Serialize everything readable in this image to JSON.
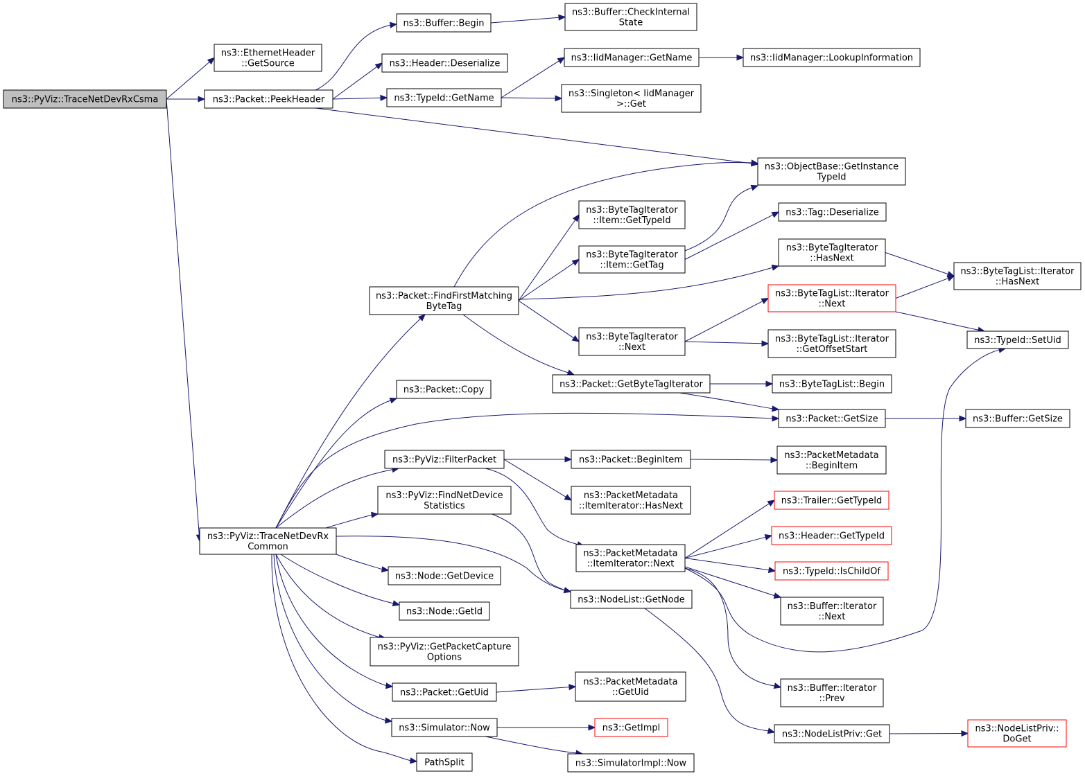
{
  "colors": {
    "edge": "#191970",
    "root_fill": "#bfbfbf",
    "node_border": "#000000",
    "incomplete_border": "#ff0000"
  },
  "nodes": {
    "trace_net_dev_rx_csma": {
      "lines": [
        "ns3::PyViz::TraceNetDevRxCsma"
      ],
      "root": true
    },
    "ethernet_get_source": {
      "lines": [
        "ns3::EthernetHeader",
        "::GetSource"
      ]
    },
    "packet_peek_header": {
      "lines": [
        "ns3::Packet::PeekHeader"
      ]
    },
    "buffer_begin": {
      "lines": [
        "ns3::Buffer::Begin"
      ]
    },
    "buffer_check_internal_state": {
      "lines": [
        "ns3::Buffer::CheckInternal",
        "State"
      ]
    },
    "header_deserialize": {
      "lines": [
        "ns3::Header::Deserialize"
      ]
    },
    "typeid_get_name": {
      "lines": [
        "ns3::TypeId::GetName"
      ]
    },
    "iidmanager_get_name": {
      "lines": [
        "ns3::IidManager::GetName"
      ]
    },
    "iidmanager_lookup_information": {
      "lines": [
        "ns3::IidManager::LookupInformation"
      ]
    },
    "singleton_get": {
      "lines": [
        "ns3::Singleton< IidManager",
        ">::Get"
      ]
    },
    "objectbase_get_instance_typeid": {
      "lines": [
        "ns3::ObjectBase::GetInstance",
        "TypeId"
      ]
    },
    "bytetagiterator_item_get_typeid": {
      "lines": [
        "ns3::ByteTagIterator",
        "::Item::GetTypeId"
      ]
    },
    "tag_deserialize": {
      "lines": [
        "ns3::Tag::Deserialize"
      ]
    },
    "bytetagiterator_item_get_tag": {
      "lines": [
        "ns3::ByteTagIterator",
        "::Item::GetTag"
      ]
    },
    "bytetagiterator_has_next": {
      "lines": [
        "ns3::ByteTagIterator",
        "::HasNext"
      ]
    },
    "bytetaglist_iterator_has_next": {
      "lines": [
        "ns3::ByteTagList::Iterator",
        "::HasNext"
      ]
    },
    "packet_find_first_matching_bytetag": {
      "lines": [
        "ns3::Packet::FindFirstMatching",
        "ByteTag"
      ]
    },
    "bytetaglist_iterator_next": {
      "lines": [
        "ns3::ByteTagList::Iterator",
        "::Next"
      ],
      "incomplete": true
    },
    "typeid_set_uid": {
      "lines": [
        "ns3::TypeId::SetUid"
      ]
    },
    "bytetagiterator_next": {
      "lines": [
        "ns3::ByteTagIterator",
        "::Next"
      ]
    },
    "bytetaglist_iterator_get_offset_start": {
      "lines": [
        "ns3::ByteTagList::Iterator",
        "::GetOffsetStart"
      ]
    },
    "packet_get_bytetag_iterator": {
      "lines": [
        "ns3::Packet::GetByteTagIterator"
      ]
    },
    "bytetaglist_begin": {
      "lines": [
        "ns3::ByteTagList::Begin"
      ]
    },
    "packet_copy": {
      "lines": [
        "ns3::Packet::Copy"
      ]
    },
    "packet_get_size": {
      "lines": [
        "ns3::Packet::GetSize"
      ]
    },
    "buffer_get_size": {
      "lines": [
        "ns3::Buffer::GetSize"
      ]
    },
    "pyviz_filter_packet": {
      "lines": [
        "ns3::PyViz::FilterPacket"
      ]
    },
    "packet_begin_item": {
      "lines": [
        "ns3::Packet::BeginItem"
      ]
    },
    "packetmetadata_begin_item": {
      "lines": [
        "ns3::PacketMetadata",
        "::BeginItem"
      ]
    },
    "packetmetadata_itemiterator_has_next": {
      "lines": [
        "ns3::PacketMetadata",
        "::ItemIterator::HasNext"
      ]
    },
    "pyviz_find_net_device_statistics": {
      "lines": [
        "ns3::PyViz::FindNetDevice",
        "Statistics"
      ]
    },
    "trailer_get_typeid": {
      "lines": [
        "ns3::Trailer::GetTypeId"
      ],
      "incomplete": true
    },
    "header_get_typeid": {
      "lines": [
        "ns3::Header::GetTypeId"
      ],
      "incomplete": true
    },
    "trace_net_dev_rx_common": {
      "lines": [
        "ns3::PyViz::TraceNetDevRx",
        "Common"
      ]
    },
    "packetmetadata_itemiterator_next": {
      "lines": [
        "ns3::PacketMetadata",
        "::ItemIterator::Next"
      ]
    },
    "typeid_is_child_of": {
      "lines": [
        "ns3::TypeId::IsChildOf"
      ],
      "incomplete": true
    },
    "node_get_device": {
      "lines": [
        "ns3::Node::GetDevice"
      ]
    },
    "nodelist_get_node": {
      "lines": [
        "ns3::NodeList::GetNode"
      ]
    },
    "buffer_iterator_next": {
      "lines": [
        "ns3::Buffer::Iterator",
        "::Next"
      ]
    },
    "node_get_id": {
      "lines": [
        "ns3::Node::GetId"
      ]
    },
    "pyviz_get_packet_capture_options": {
      "lines": [
        "ns3::PyViz::GetPacketCapture",
        "Options"
      ]
    },
    "packet_get_uid": {
      "lines": [
        "ns3::Packet::GetUid"
      ]
    },
    "packetmetadata_get_uid": {
      "lines": [
        "ns3::PacketMetadata",
        "::GetUid"
      ]
    },
    "buffer_iterator_prev": {
      "lines": [
        "ns3::Buffer::Iterator",
        "::Prev"
      ]
    },
    "simulator_now": {
      "lines": [
        "ns3::Simulator::Now"
      ]
    },
    "get_impl": {
      "lines": [
        "ns3::GetImpl"
      ],
      "incomplete": true
    },
    "nodelistpriv_get": {
      "lines": [
        "ns3::NodeListPriv::Get"
      ]
    },
    "nodelistpriv_doget": {
      "lines": [
        "ns3::NodeListPriv::",
        "DoGet"
      ],
      "incomplete": true
    },
    "path_split": {
      "lines": [
        "PathSplit"
      ]
    },
    "simulatorimpl_now": {
      "lines": [
        "ns3::SimulatorImpl::Now"
      ]
    }
  },
  "edges": [
    [
      "trace_net_dev_rx_csma",
      "ethernet_get_source"
    ],
    [
      "trace_net_dev_rx_csma",
      "packet_peek_header"
    ],
    [
      "trace_net_dev_rx_csma",
      "trace_net_dev_rx_common"
    ],
    [
      "packet_peek_header",
      "buffer_begin"
    ],
    [
      "packet_peek_header",
      "header_deserialize"
    ],
    [
      "packet_peek_header",
      "typeid_get_name"
    ],
    [
      "packet_peek_header",
      "objectbase_get_instance_typeid"
    ],
    [
      "buffer_begin",
      "buffer_check_internal_state"
    ],
    [
      "typeid_get_name",
      "iidmanager_get_name"
    ],
    [
      "typeid_get_name",
      "singleton_get"
    ],
    [
      "iidmanager_get_name",
      "iidmanager_lookup_information"
    ],
    [
      "packet_find_first_matching_bytetag",
      "objectbase_get_instance_typeid"
    ],
    [
      "packet_find_first_matching_bytetag",
      "bytetagiterator_item_get_typeid"
    ],
    [
      "packet_find_first_matching_bytetag",
      "bytetagiterator_item_get_tag"
    ],
    [
      "packet_find_first_matching_bytetag",
      "bytetagiterator_has_next"
    ],
    [
      "packet_find_first_matching_bytetag",
      "bytetagiterator_next"
    ],
    [
      "packet_find_first_matching_bytetag",
      "packet_get_bytetag_iterator"
    ],
    [
      "bytetagiterator_item_get_tag",
      "objectbase_get_instance_typeid"
    ],
    [
      "bytetagiterator_item_get_tag",
      "tag_deserialize"
    ],
    [
      "bytetagiterator_has_next",
      "bytetaglist_iterator_has_next"
    ],
    [
      "bytetaglist_iterator_next",
      "bytetaglist_iterator_has_next"
    ],
    [
      "bytetaglist_iterator_next",
      "typeid_set_uid"
    ],
    [
      "bytetagiterator_next",
      "bytetaglist_iterator_next"
    ],
    [
      "bytetagiterator_next",
      "bytetaglist_iterator_get_offset_start"
    ],
    [
      "packet_get_bytetag_iterator",
      "bytetaglist_begin"
    ],
    [
      "packet_get_bytetag_iterator",
      "packet_get_size"
    ],
    [
      "packet_get_size",
      "buffer_get_size"
    ],
    [
      "pyviz_filter_packet",
      "packet_begin_item"
    ],
    [
      "pyviz_filter_packet",
      "packetmetadata_itemiterator_has_next"
    ],
    [
      "pyviz_filter_packet",
      "packetmetadata_itemiterator_next"
    ],
    [
      "packet_begin_item",
      "packetmetadata_begin_item"
    ],
    [
      "pyviz_find_net_device_statistics",
      "nodelist_get_node"
    ],
    [
      "packetmetadata_itemiterator_next",
      "trailer_get_typeid"
    ],
    [
      "packetmetadata_itemiterator_next",
      "header_get_typeid"
    ],
    [
      "packetmetadata_itemiterator_next",
      "typeid_is_child_of"
    ],
    [
      "packetmetadata_itemiterator_next",
      "buffer_iterator_next"
    ],
    [
      "packetmetadata_itemiterator_next",
      "typeid_set_uid"
    ],
    [
      "packetmetadata_itemiterator_next",
      "buffer_iterator_prev"
    ],
    [
      "trace_net_dev_rx_common",
      "packet_find_first_matching_bytetag"
    ],
    [
      "trace_net_dev_rx_common",
      "packet_copy"
    ],
    [
      "trace_net_dev_rx_common",
      "packet_get_size"
    ],
    [
      "trace_net_dev_rx_common",
      "pyviz_filter_packet"
    ],
    [
      "trace_net_dev_rx_common",
      "pyviz_find_net_device_statistics"
    ],
    [
      "trace_net_dev_rx_common",
      "nodelist_get_node"
    ],
    [
      "trace_net_dev_rx_common",
      "node_get_device"
    ],
    [
      "trace_net_dev_rx_common",
      "node_get_id"
    ],
    [
      "trace_net_dev_rx_common",
      "pyviz_get_packet_capture_options"
    ],
    [
      "trace_net_dev_rx_common",
      "packet_get_uid"
    ],
    [
      "trace_net_dev_rx_common",
      "simulator_now"
    ],
    [
      "trace_net_dev_rx_common",
      "path_split"
    ],
    [
      "nodelist_get_node",
      "nodelistpriv_get"
    ],
    [
      "packet_get_uid",
      "packetmetadata_get_uid"
    ],
    [
      "simulator_now",
      "get_impl"
    ],
    [
      "simulator_now",
      "simulatorimpl_now"
    ],
    [
      "nodelistpriv_get",
      "nodelistpriv_doget"
    ]
  ]
}
